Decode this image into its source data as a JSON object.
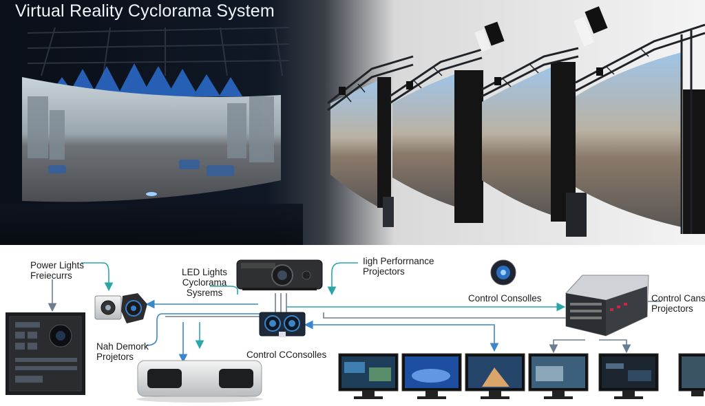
{
  "title": "Virtual Reality Cyclorama System",
  "labels": {
    "power_lights": [
      "Power Lights",
      "Freiecurrs"
    ],
    "led_lights": [
      "LED Lights",
      "Cyclorama",
      "Sysrems"
    ],
    "high_perf": [
      "Iigh Perforrnance",
      "Projectors"
    ],
    "control_consolles": "Control Consolles",
    "control_cans": [
      "Control Cans",
      "Projectors"
    ],
    "nah_demork": [
      "Nah Demork",
      "Projetors"
    ],
    "control_cconsolles": "Control CConsolles"
  },
  "colors": {
    "arrow_blue": "#3b86c9",
    "arrow_teal": "#2aa6a8",
    "arrow_gray": "#6c7d90",
    "beam": "#4a9bff"
  },
  "icons": [
    "stage-spotlight-icon",
    "truss-icon",
    "curved-screen-icon",
    "projector-icon",
    "camera-icon",
    "server-icon",
    "monitor-icon",
    "speaker-icon"
  ]
}
